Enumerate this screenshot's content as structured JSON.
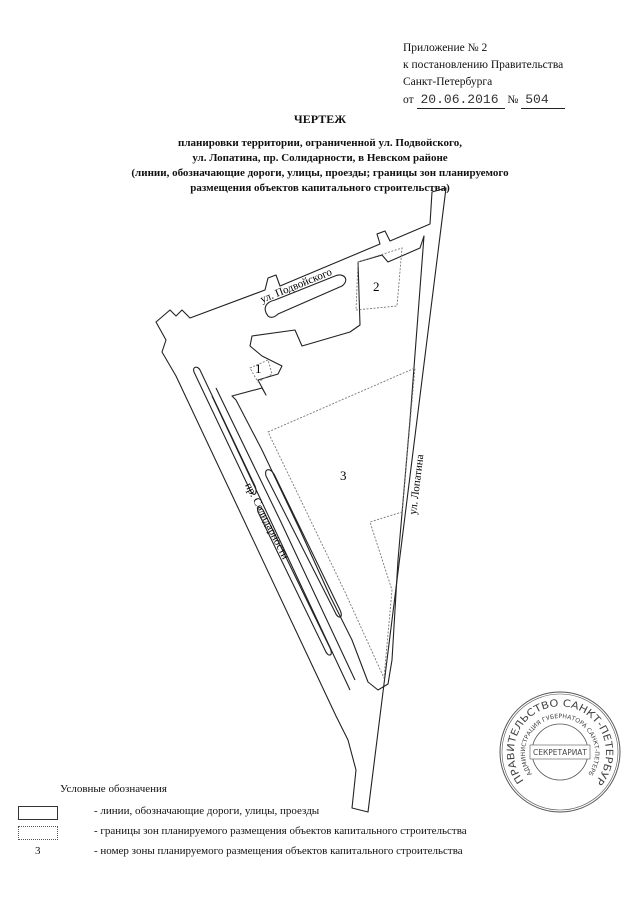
{
  "header": {
    "appendix": "Приложение № 2",
    "to_decree": "к постановлению Правительства",
    "city": "Санкт-Петербурга",
    "date_prefix": "от",
    "date": "20.06.2016",
    "number_prefix": "№",
    "number": "504"
  },
  "title": {
    "main": "ЧЕРТЕЖ",
    "line1": "планировки территории, ограниченной ул. Подвойского,",
    "line2": "ул. Лопатина, пр. Солидарности, в Невском районе",
    "line3": "(линии, обозначающие дороги, улицы, проезды; границы зон планируемого",
    "line4": "размещения объектов капитального строительства)"
  },
  "map": {
    "streets": {
      "podvoiskogo": "ул. Подвойского",
      "solidarnosti": "пр. Солидарности",
      "lopatina": "ул. Лопатина"
    },
    "zones": [
      "1",
      "2",
      "3"
    ]
  },
  "legend": {
    "title": "Условные обозначения",
    "items": [
      {
        "symbol": "solid-box",
        "text": "- линии, обозначающие дороги, улицы, проезды"
      },
      {
        "symbol": "dotted-box",
        "text": "- границы зон  планируемого размещения объектов капитального строительства"
      },
      {
        "symbol": "3",
        "text": "- номер зоны планируемого размещения объектов капитального строительства"
      }
    ]
  },
  "stamp": {
    "outer": "ПРАВИТЕЛЬСТВО САНКТ-ПЕТЕРБУРГА",
    "inner": "АДМИНИСТРАЦИЯ ГУБЕРНАТОРА САНКТ-ПЕТЕРБУРГА",
    "center": "СЕКРЕТАРИАТ"
  }
}
